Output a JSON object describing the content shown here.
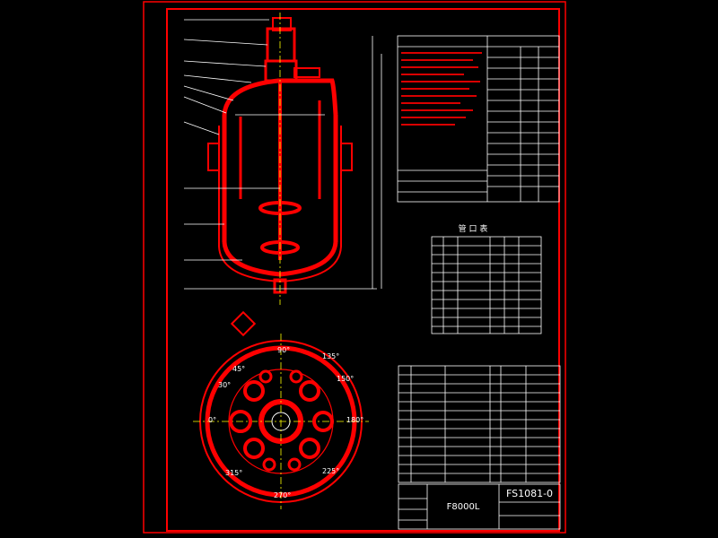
{
  "drawing": {
    "number": "FS1081-0",
    "volume_label": "F8000L",
    "colors": {
      "background": "#000000",
      "frame": "#ff0000",
      "line": "#ffffff",
      "centerline": "#ffff00",
      "accent": "#00ff00"
    }
  },
  "plan_view": {
    "angles": [
      {
        "label": "0°"
      },
      {
        "label": "30°"
      },
      {
        "label": "45°"
      },
      {
        "label": "90°"
      },
      {
        "label": "135°"
      },
      {
        "label": "150°"
      },
      {
        "label": "180°"
      },
      {
        "label": "225°"
      },
      {
        "label": "270°"
      },
      {
        "label": "315°"
      }
    ]
  },
  "nozzle_table": {
    "title": "管 口 表"
  },
  "parts_table": {
    "row_count": 13
  }
}
